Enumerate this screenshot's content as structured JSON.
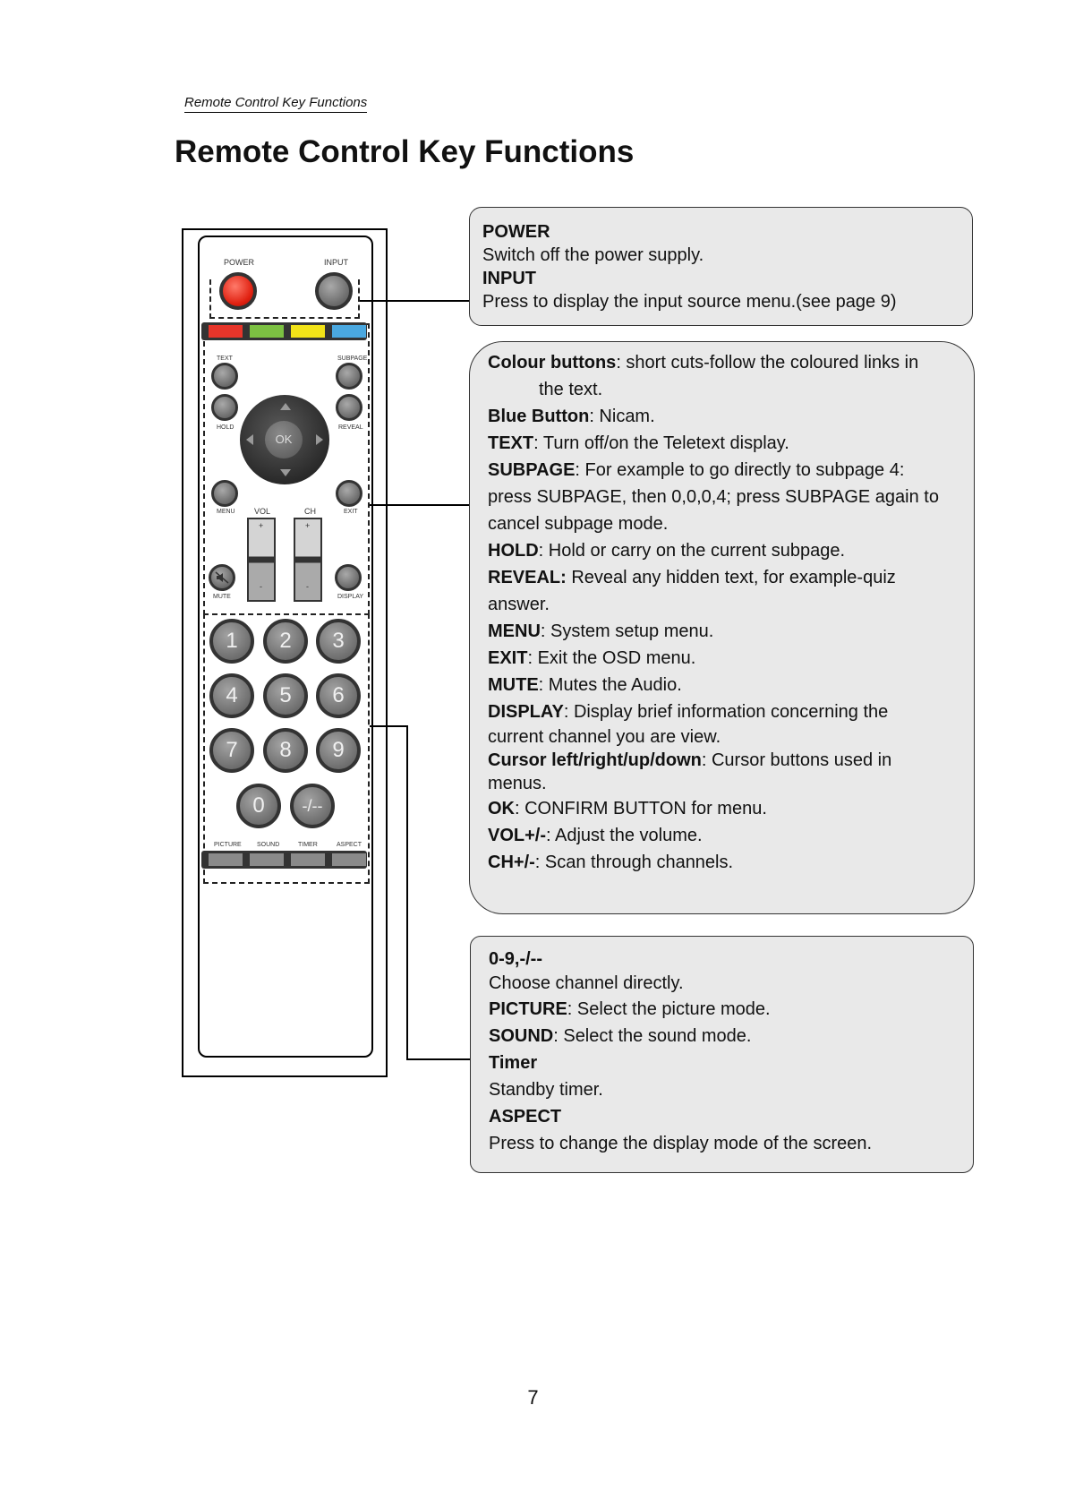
{
  "header": {
    "running_head": "Remote Control Key Functions"
  },
  "page_title": "Remote Control Key Functions",
  "page_number": "7",
  "remote": {
    "labels": {
      "power": "POWER",
      "input": "INPUT",
      "text": "TEXT",
      "subpage": "SUBPAGE",
      "hold": "HOLD",
      "reveal": "REVEAL",
      "ok": "OK",
      "menu": "MENU",
      "exit": "EXIT",
      "vol": "VOL",
      "ch": "CH",
      "mute": "MUTE",
      "display": "DISPLAY",
      "picture": "PICTURE",
      "sound": "SOUND",
      "timer": "TIMER",
      "aspect": "ASPECT",
      "plus": "+",
      "minus": "-"
    },
    "number_keys": [
      "1",
      "2",
      "3",
      "4",
      "5",
      "6",
      "7",
      "8",
      "9",
      "0",
      "-/--"
    ],
    "colour_keys": [
      "#e8352a",
      "#7cc142",
      "#f2e318",
      "#4aa8e0"
    ]
  },
  "callouts": {
    "power_input": [
      {
        "term": "POWER",
        "desc": ""
      },
      {
        "term": "",
        "desc": "Switch off the power supply."
      },
      {
        "term": "INPUT",
        "desc": ""
      },
      {
        "term": "",
        "desc": "Press to display the input source menu.(see page 9)"
      }
    ],
    "colour_block": [
      {
        "term": "Colour buttons",
        "desc": ": short cuts-follow the coloured links in"
      },
      {
        "term": "",
        "desc": "the text."
      },
      {
        "term": "Blue Button",
        "desc": ": Nicam."
      },
      {
        "term": "TEXT",
        "desc": ": Turn off/on the Teletext display."
      },
      {
        "term": "SUBPAGE",
        "desc": ": For example to go directly to subpage 4:"
      },
      {
        "term": "",
        "desc": "press SUBPAGE, then 0,0,0,4; press SUBPAGE again to"
      },
      {
        "term": "",
        "desc": "cancel subpage mode."
      },
      {
        "term": "HOLD",
        "desc": ": Hold or carry on the current subpage."
      },
      {
        "term": "REVEAL:",
        "desc": " Reveal any hidden text, for example-quiz"
      },
      {
        "term": "",
        "desc": "answer."
      },
      {
        "term": "MENU",
        "desc": ": System setup menu."
      },
      {
        "term": "EXIT",
        "desc": ": Exit the OSD menu."
      },
      {
        "term": "MUTE",
        "desc": ": Mutes the Audio."
      },
      {
        "term": "DISPLAY",
        "desc": ": Display brief information concerning the"
      },
      {
        "term": "",
        "desc": "current channel you are view."
      },
      {
        "term": "Cursor left/right/up/down",
        "desc": ": Cursor buttons used in"
      },
      {
        "term": "",
        "desc": "menus."
      },
      {
        "term": "OK",
        "desc": ": CONFIRM BUTTON for menu."
      },
      {
        "term": "VOL+/-",
        "desc": ": Adjust the volume."
      },
      {
        "term": "CH+/-",
        "desc": ": Scan through channels."
      }
    ],
    "number_block": [
      {
        "term": "0-9,-/--",
        "desc": ""
      },
      {
        "term": "",
        "desc": "Choose channel directly."
      },
      {
        "term": "PICTURE",
        "desc": ": Select the picture mode."
      },
      {
        "term": "SOUND",
        "desc": ": Select the sound mode."
      },
      {
        "term": "Timer",
        "desc": ""
      },
      {
        "term": "",
        "desc": "Standby timer."
      },
      {
        "term": "ASPECT",
        "desc": ""
      },
      {
        "term": "",
        "desc": "Press to change the display mode of the screen."
      }
    ]
  }
}
